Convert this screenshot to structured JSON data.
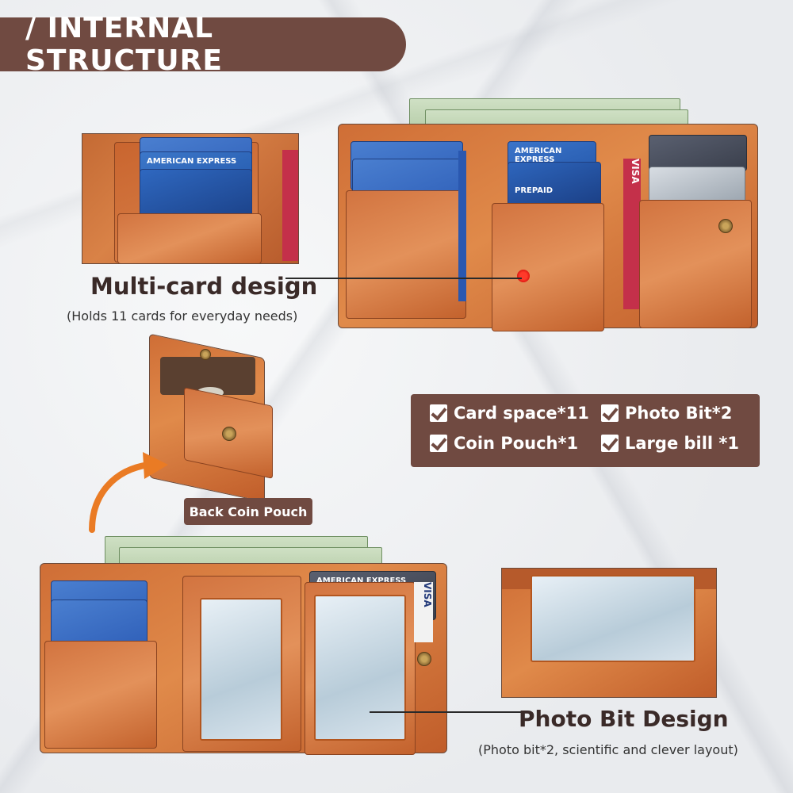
{
  "header": {
    "title": "/ INTERNAL STRUCTURE"
  },
  "features": {
    "items": [
      {
        "label": "Card space*11"
      },
      {
        "label": "Photo Bit*2"
      },
      {
        "label": "Coin Pouch*1"
      },
      {
        "label": "Large bill *1"
      }
    ]
  },
  "multi_card": {
    "title": "Multi-card design",
    "subtitle": "(Holds 11 cards for everyday needs)"
  },
  "coin_pouch": {
    "tag": "Back Coin Pouch"
  },
  "photo_bit": {
    "title": "Photo Bit Design",
    "subtitle": "(Photo bit*2, scientific and clever layout)"
  },
  "card_labels": {
    "amex": "AMERICAN EXPRESS",
    "visa": "VISA",
    "prepaid": "PREPAID"
  },
  "colors": {
    "banner": "#704a41",
    "leather": "#d98247",
    "highlight_dot": "#ff3a2a"
  }
}
